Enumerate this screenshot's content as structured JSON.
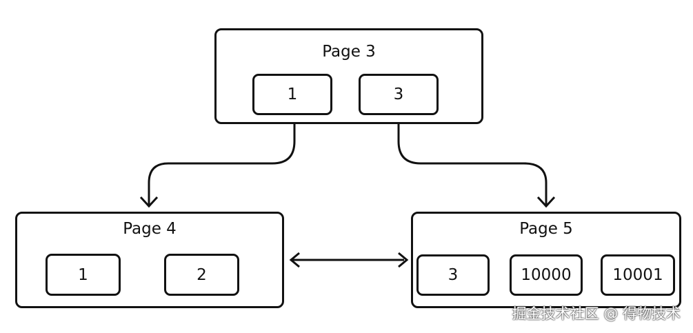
{
  "diagram": {
    "root": {
      "title": "Page 3",
      "keys": [
        "1",
        "3"
      ]
    },
    "left": {
      "title": "Page 4",
      "keys": [
        "1",
        "2"
      ]
    },
    "right": {
      "title": "Page 5",
      "keys": [
        "3",
        "10000",
        "10001"
      ]
    }
  },
  "colors": {
    "stroke": "#111111",
    "background": "#ffffff"
  },
  "watermark": "掘金技术社区 @ 得物技术"
}
